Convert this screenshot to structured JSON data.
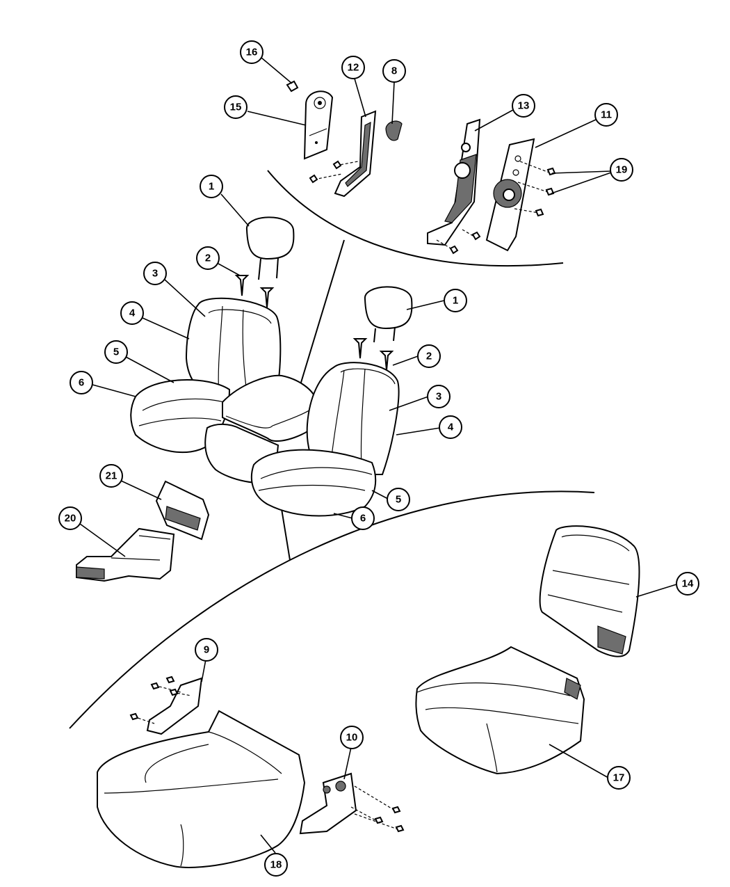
{
  "callouts": {
    "c1a": "1",
    "c1b": "1",
    "c2a": "2",
    "c2b": "2",
    "c3a": "3",
    "c3b": "3",
    "c4a": "4",
    "c4b": "4",
    "c5a": "5",
    "c5b": "5",
    "c6a": "6",
    "c6b": "6",
    "c8": "8",
    "c9": "9",
    "c10": "10",
    "c11": "11",
    "c12": "12",
    "c13": "13",
    "c14": "14",
    "c15": "15",
    "c16": "16",
    "c17": "17",
    "c18": "18",
    "c19": "19",
    "c20": "20",
    "c21": "21"
  }
}
